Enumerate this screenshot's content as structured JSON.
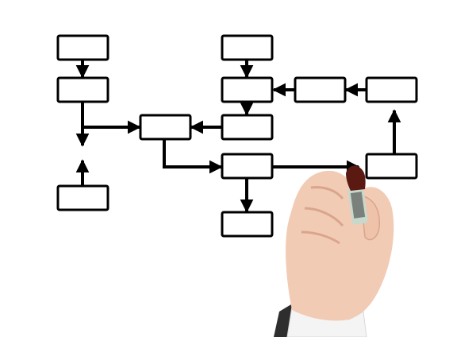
{
  "scene": {
    "background_color": "#ffffff",
    "stroke_color": "#000000",
    "skin_color": "#f2cbb5",
    "skin_shadow_color": "#d9a58c",
    "marker_cap_color": "#5a1a12",
    "marker_body_color": "#c8d8cc",
    "sleeve_color": "#2e2e2e",
    "cuff_color": "#f4f4f4",
    "icon": "hand-holding-marker",
    "box_count": 12,
    "connector_count": 12
  }
}
